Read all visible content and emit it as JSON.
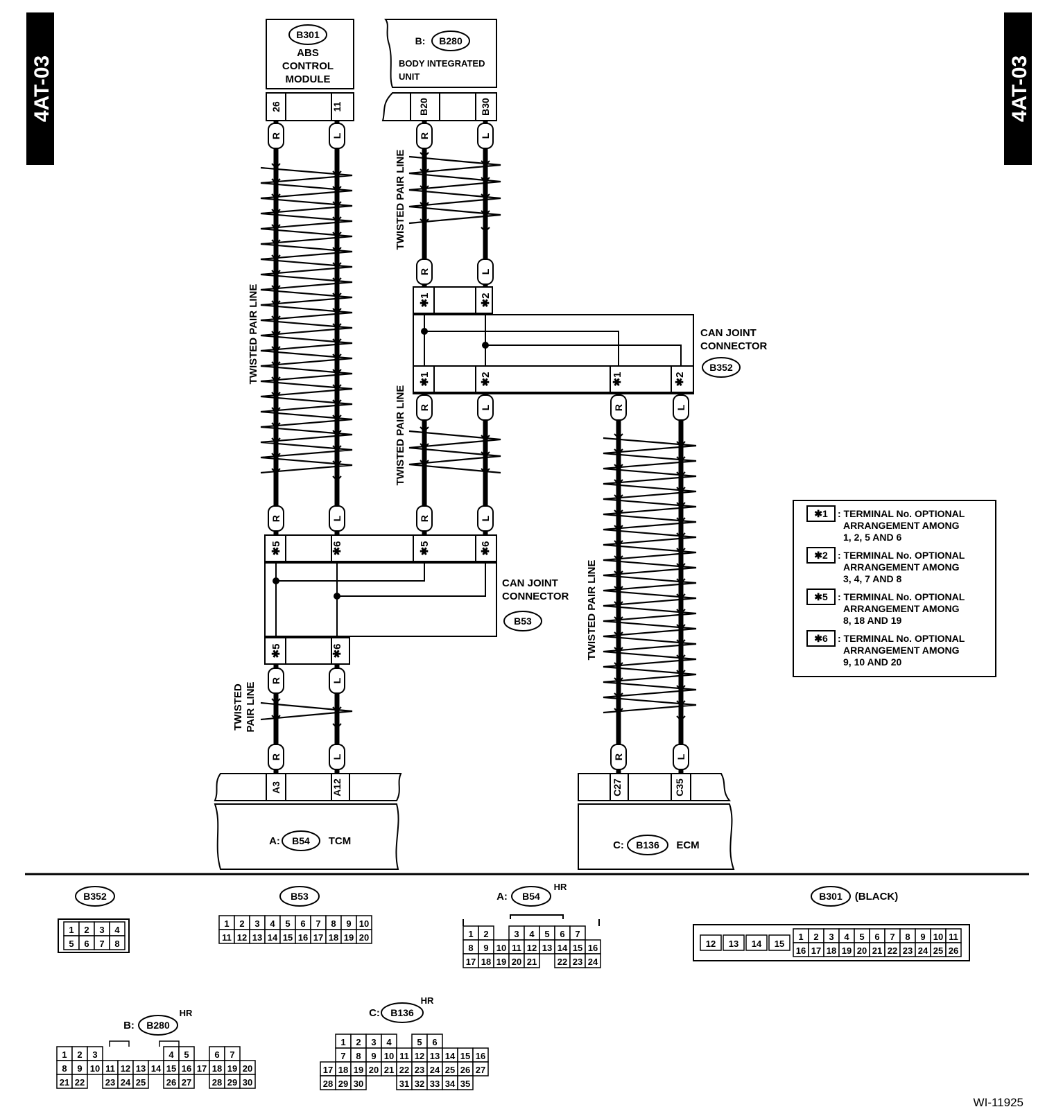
{
  "side_tabs": {
    "left": "4AT-03",
    "right": "4AT-03"
  },
  "modules": {
    "abs": {
      "connector": "B301",
      "name_lines": [
        "ABS",
        "CONTROL",
        "MODULE"
      ],
      "pins": [
        "26",
        "11"
      ]
    },
    "body": {
      "prefix": "B:",
      "connector": "B280",
      "name_lines": [
        "BODY INTEGRATED",
        "UNIT"
      ],
      "pins": [
        "B20",
        "B30"
      ]
    },
    "tcm": {
      "prefix": "A:",
      "connector": "B54",
      "name": "TCM",
      "pins": [
        "A3",
        "A12"
      ]
    },
    "ecm": {
      "prefix": "C:",
      "connector": "B136",
      "name": "ECM",
      "pins": [
        "C27",
        "C35"
      ]
    }
  },
  "joint_b352": {
    "title_lines": [
      "CAN JOINT",
      "CONNECTOR"
    ],
    "connector": "B352",
    "upper_pins": [
      "✱1",
      "✱2"
    ],
    "lower_pins": [
      "✱1",
      "✱2",
      "✱1",
      "✱2"
    ]
  },
  "joint_b53": {
    "title_lines": [
      "CAN JOINT",
      "CONNECTOR"
    ],
    "connector": "B53",
    "upper_pins": [
      "✱5",
      "✱6",
      "✱5",
      "✱6"
    ],
    "lower_pins": [
      "✱5",
      "✱6"
    ]
  },
  "wire_colors": {
    "r": "R",
    "l": "L"
  },
  "twisted_pair_label": "TWISTED PAIR LINE",
  "twisted_pair_label_split": [
    "TWISTED",
    "PAIR LINE"
  ],
  "legend": [
    {
      "key": "✱1",
      "lines": [
        ": TERMINAL No. OPTIONAL",
        "ARRANGEMENT AMONG",
        "1, 2, 5 AND 6"
      ]
    },
    {
      "key": "✱2",
      "lines": [
        ": TERMINAL No. OPTIONAL",
        "ARRANGEMENT AMONG",
        "3, 4, 7 AND 8"
      ]
    },
    {
      "key": "✱5",
      "lines": [
        ": TERMINAL No. OPTIONAL",
        "ARRANGEMENT AMONG",
        "8, 18 AND 19"
      ]
    },
    {
      "key": "✱6",
      "lines": [
        ": TERMINAL No. OPTIONAL",
        "ARRANGEMENT AMONG",
        "9, 10 AND 20"
      ]
    }
  ],
  "connector_views": {
    "b352": {
      "label": "B352",
      "rows": [
        [
          "1",
          "2",
          "3",
          "4"
        ],
        [
          "5",
          "6",
          "7",
          "8"
        ]
      ]
    },
    "b53": {
      "label": "B53",
      "rows": [
        [
          "1",
          "2",
          "3",
          "4",
          "5",
          "6",
          "7",
          "8",
          "9",
          "10"
        ],
        [
          "11",
          "12",
          "13",
          "14",
          "15",
          "16",
          "17",
          "18",
          "19",
          "20"
        ]
      ]
    },
    "b54": {
      "prefix": "A:",
      "label": "B54",
      "sup": "HR",
      "rows": [
        [
          "1",
          "2",
          "",
          "3",
          "4",
          "5",
          "6",
          "7"
        ],
        [
          "8",
          "9",
          "10",
          "11",
          "12",
          "13",
          "14",
          "15",
          "16"
        ],
        [
          "17",
          "18",
          "19",
          "20",
          "21",
          "",
          "22",
          "23",
          "24"
        ]
      ]
    },
    "b301": {
      "label": "B301",
      "note": "(BLACK)",
      "left": [
        "12",
        "13",
        "14",
        "15"
      ],
      "rows": [
        [
          "1",
          "2",
          "3",
          "4",
          "5",
          "6",
          "7",
          "8",
          "9",
          "10",
          "11"
        ],
        [
          "16",
          "17",
          "18",
          "19",
          "20",
          "21",
          "22",
          "23",
          "24",
          "25",
          "26"
        ]
      ]
    },
    "b280": {
      "prefix": "B:",
      "label": "B280",
      "sup": "HR",
      "rows": [
        [
          "1",
          "2",
          "3",
          "",
          "",
          "",
          "",
          "4",
          "5",
          "",
          "6",
          "7"
        ],
        [
          "8",
          "9",
          "10",
          "11",
          "12",
          "13",
          "14",
          "15",
          "16",
          "17",
          "18",
          "19",
          "20"
        ],
        [
          "21",
          "22",
          "",
          "23",
          "24",
          "25",
          "",
          "26",
          "27",
          "",
          "28",
          "29",
          "30"
        ]
      ]
    },
    "b136": {
      "prefix": "C:",
      "label": "B136",
      "sup": "HR",
      "rows": [
        [
          "",
          "1",
          "2",
          "3",
          "4",
          "",
          "5",
          "6"
        ],
        [
          "",
          "7",
          "8",
          "9",
          "10",
          "11",
          "12",
          "13",
          "14",
          "15",
          "16"
        ],
        [
          "17",
          "18",
          "19",
          "20",
          "21",
          "22",
          "23",
          "24",
          "25",
          "26",
          "27"
        ],
        [
          "28",
          "29",
          "30",
          "",
          "",
          "31",
          "32",
          "33",
          "34",
          "35"
        ]
      ]
    }
  },
  "figure_id": "WI-11925"
}
